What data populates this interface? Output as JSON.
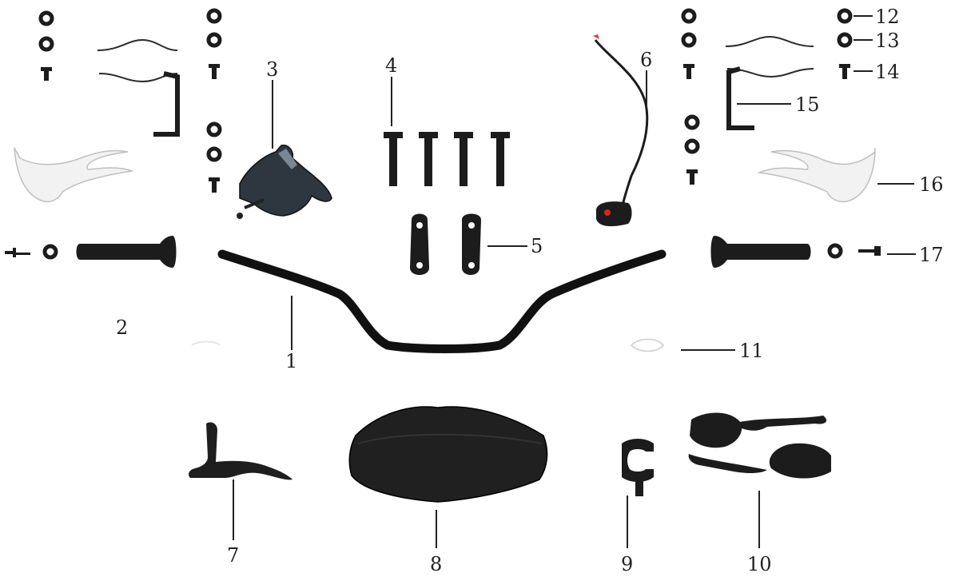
{
  "diagram": {
    "callouts": [
      {
        "id": 1,
        "text": "1"
      },
      {
        "id": 2,
        "text": "2"
      },
      {
        "id": 3,
        "text": "3"
      },
      {
        "id": 4,
        "text": "4"
      },
      {
        "id": 5,
        "text": "5"
      },
      {
        "id": 6,
        "text": "6"
      },
      {
        "id": 7,
        "text": "7"
      },
      {
        "id": 8,
        "text": "8"
      },
      {
        "id": 9,
        "text": "9"
      },
      {
        "id": 10,
        "text": "10"
      },
      {
        "id": 11,
        "text": "11"
      },
      {
        "id": 12,
        "text": "12"
      },
      {
        "id": 13,
        "text": "13"
      },
      {
        "id": 14,
        "text": "14"
      },
      {
        "id": 15,
        "text": "15"
      },
      {
        "id": 16,
        "text": "16"
      },
      {
        "id": 17,
        "text": "17"
      }
    ]
  }
}
